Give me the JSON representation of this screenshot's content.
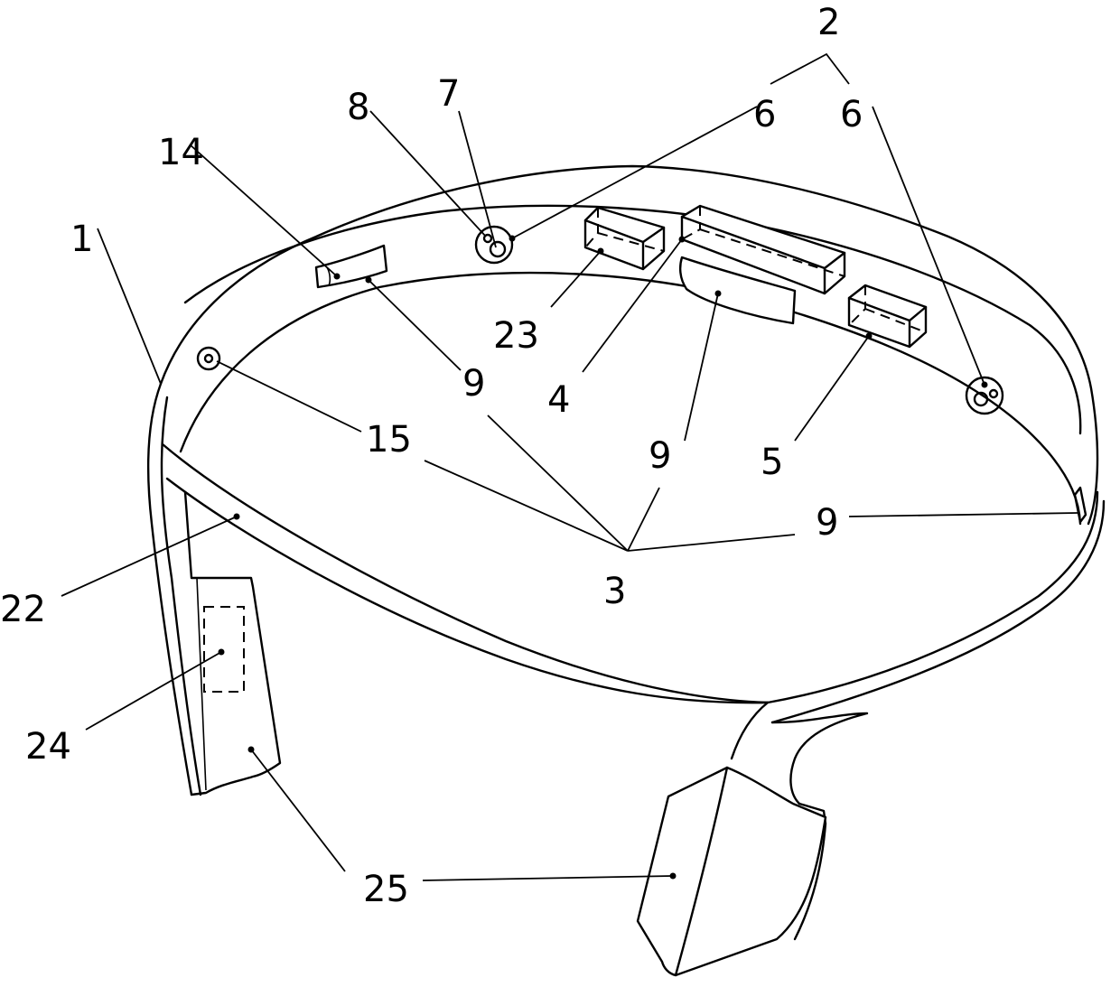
{
  "labels": {
    "l1": "1",
    "l2": "2",
    "l3": "3",
    "l4": "4",
    "l5": "5",
    "l6a": "6",
    "l6b": "6",
    "l7": "7",
    "l8": "8",
    "l9a": "9",
    "l9b": "9",
    "l9c": "9",
    "l14": "14",
    "l15": "15",
    "l22": "22",
    "l23": "23",
    "l24": "24",
    "l25": "25"
  }
}
